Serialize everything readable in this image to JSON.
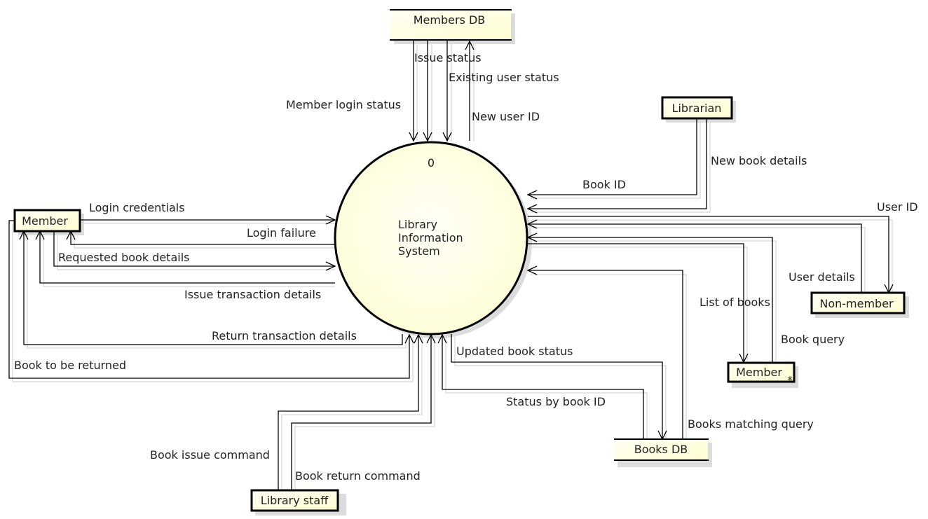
{
  "colors": {
    "node_fill_light": "#fffff4",
    "node_fill": "#fffed8",
    "stroke": "#000000",
    "shadow": "#d8d8d8"
  },
  "process": {
    "number": "0",
    "name_lines": [
      "Library",
      "Information",
      "System"
    ]
  },
  "entities": {
    "members_db": "Members DB",
    "librarian": "Librarian",
    "member_left": "Member",
    "non_member": "Non-member",
    "member_right": "Member",
    "member_right_marker": "*",
    "books_db": "Books DB",
    "library_staff": "Library staff"
  },
  "flows": {
    "issue_status": "Issue status",
    "existing_user_status": "Existing user status",
    "member_login_status": "Member login status",
    "new_user_id": "New user ID",
    "new_book_details": "New book details",
    "book_id": "Book ID",
    "user_id": "User ID",
    "login_credentials": "Login credentials",
    "login_failure": "Login failure",
    "requested_book_details": "Requested book details",
    "issue_transaction_details": "Issue transaction details",
    "user_details": "User details",
    "list_of_books": "List of books",
    "book_query": "Book query",
    "return_transaction_details": "Return transaction details",
    "updated_book_status": "Updated book status",
    "book_to_be_returned": "Book to be returned",
    "status_by_book_id": "Status by book ID",
    "books_matching_query": "Books matching query",
    "book_issue_command": "Book issue command",
    "book_return_command": "Book return command"
  }
}
